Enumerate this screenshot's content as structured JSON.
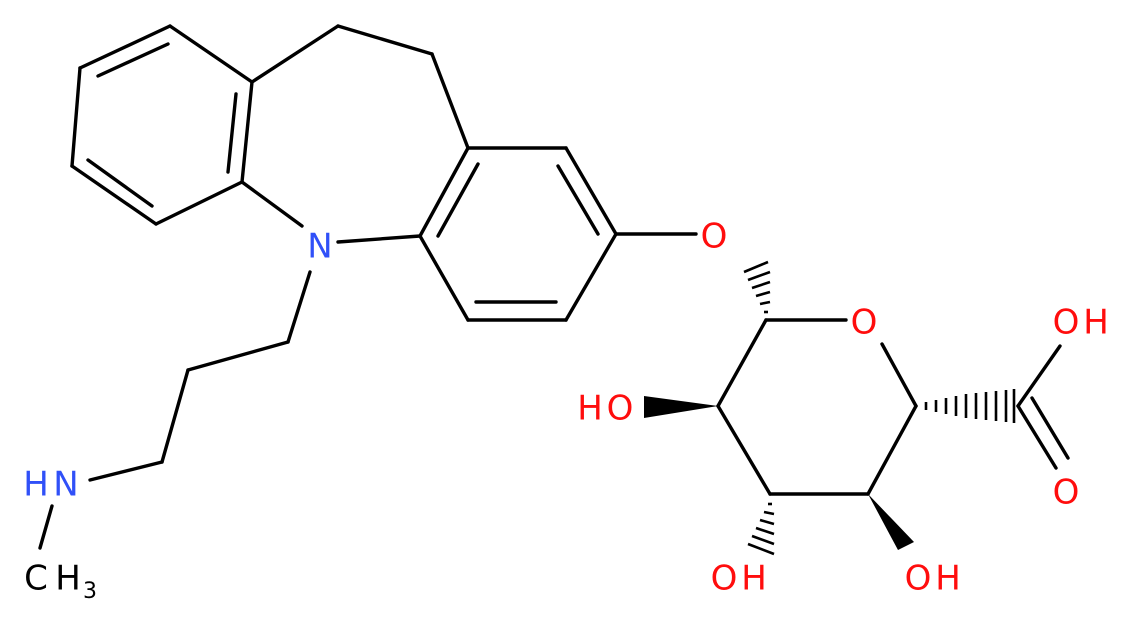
{
  "colors": {
    "carbon": "#000000",
    "oxygen": "#ff0d0d",
    "nitrogen": "#3050f8",
    "background": "#ffffff"
  },
  "atoms": {
    "ring_n": "N",
    "amine_h": "H",
    "amine_n": "N",
    "methyl_c": "C",
    "methyl_h": "H",
    "methyl_sub": "3",
    "ether_o": "O",
    "ring_o": "O",
    "acid_oh_o": "O",
    "acid_oh_h": "H",
    "acid_o": "O",
    "ho_left_h": "H",
    "ho_left_o": "O",
    "ho_bl_o": "O",
    "ho_bl_h": "H",
    "ho_br_o": "O",
    "ho_br_h": "H"
  }
}
